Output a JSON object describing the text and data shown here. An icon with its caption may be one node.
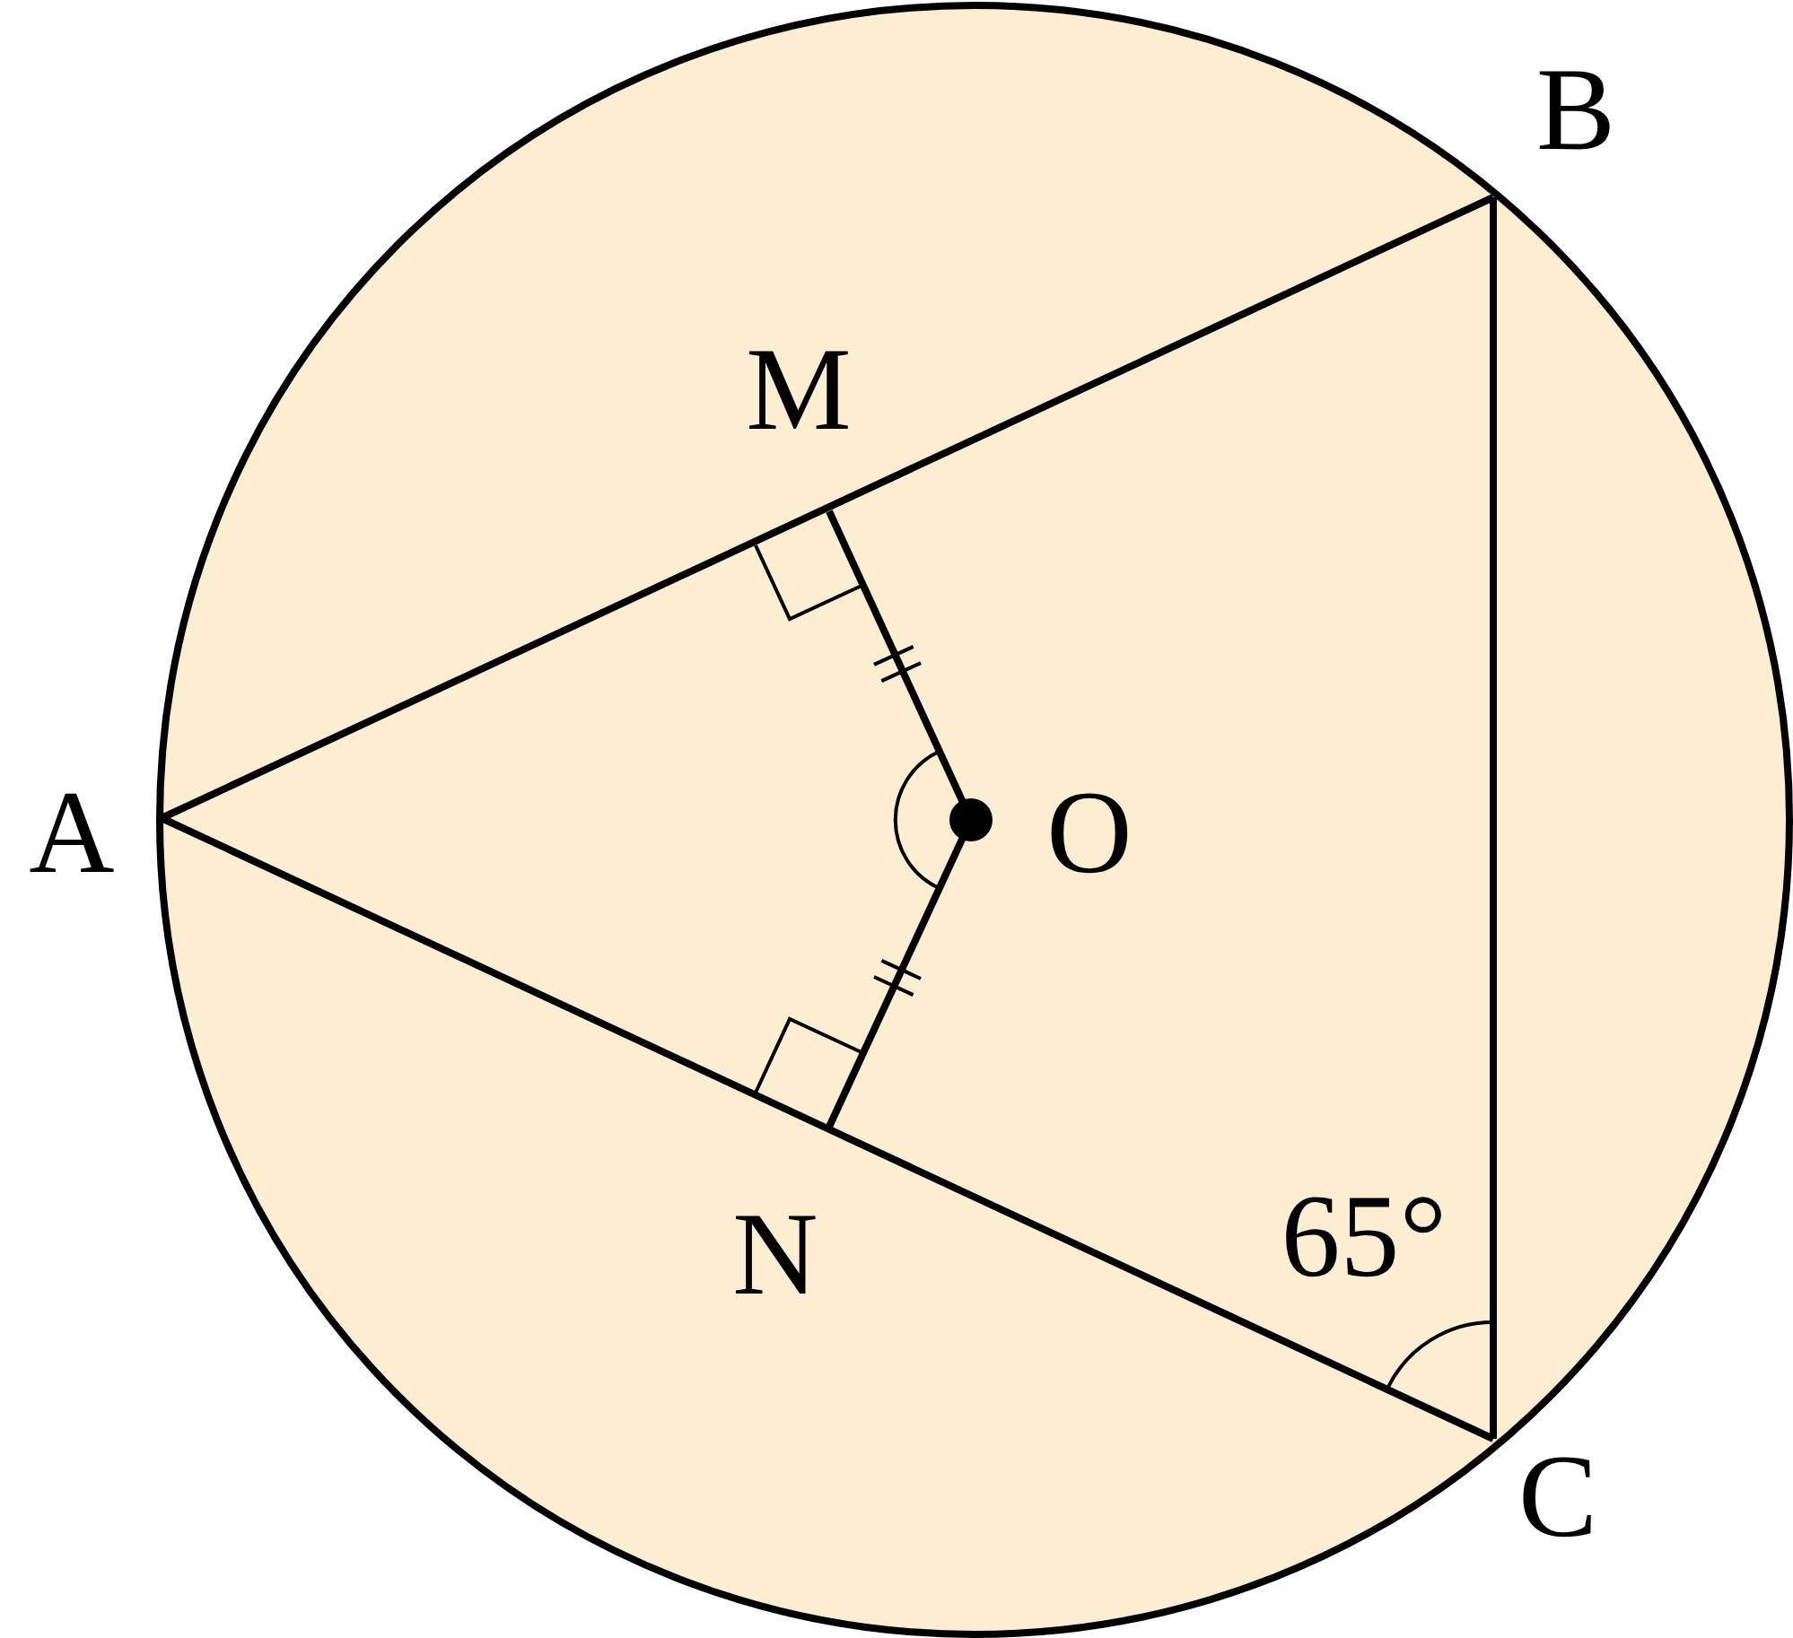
{
  "diagram": {
    "nodes": [
      {
        "text": [
          "A"
        ]
      },
      {
        "text": [
          "B"
        ]
      },
      {
        "text": [
          "C"
        ]
      },
      {
        "text": [
          "M"
        ]
      },
      {
        "text": [
          "N"
        ]
      },
      {
        "text": [
          "O"
        ]
      }
    ],
    "edges": [
      {
        "from": 0,
        "to": 1,
        "arrow": "none"
      },
      {
        "from": 1,
        "to": 2,
        "arrow": "none"
      },
      {
        "from": 2,
        "to": 0,
        "arrow": "none"
      },
      {
        "from": 5,
        "to": 3,
        "arrow": "none"
      },
      {
        "from": 5,
        "to": 4,
        "arrow": "none"
      }
    ],
    "labels": [
      "65°"
    ]
  }
}
